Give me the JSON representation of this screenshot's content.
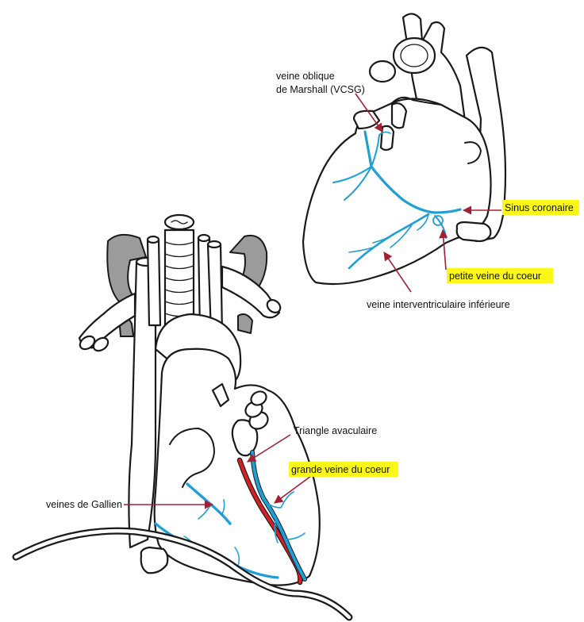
{
  "colors": {
    "vein": "#1e9fd6",
    "artery": "#d42027",
    "highlight": "#fbf719",
    "arrow": "#a32034",
    "outline": "#1a1a1a",
    "vessel_grey": "#9b9b9b"
  },
  "labels": {
    "veine_oblique_line1": "veine oblique",
    "veine_oblique_line2": "de Marshall (VCSG)",
    "sinus_coronaire": "Sinus coronaire",
    "petite_veine": "petite veine du coeur",
    "veine_interventriculaire": "veine interventriculaire inférieure",
    "triangle_avasculaire": "Triangle avaculaire",
    "grande_veine": "grande veine du coeur",
    "veines_gallien": "veines de Gallien"
  }
}
